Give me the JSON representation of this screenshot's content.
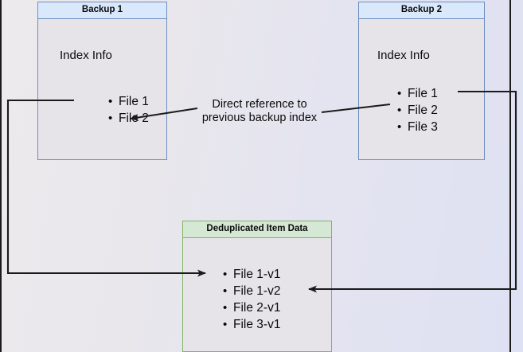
{
  "diagram": {
    "title_hidden": "",
    "colors": {
      "blue_border": "#6c8ebf",
      "blue_header_fill": "#dae8fc",
      "green_border": "#82b366",
      "green_header_fill": "#d5e8d4",
      "box_body_fill": "#e6e4e9",
      "arrow_stroke": "#1b1b1b"
    },
    "boxes": [
      {
        "id": "backup1",
        "header": "Backup 1",
        "caption": "Index Info",
        "items": [
          "File 1",
          "File 2"
        ]
      },
      {
        "id": "backup2",
        "header": "Backup 2",
        "caption": "Index Info",
        "items": [
          "File 1",
          "File 2",
          "File 3"
        ]
      },
      {
        "id": "dedup",
        "header": "Deduplicated Item Data",
        "caption": "",
        "items": [
          "File 1-v1",
          "File 1-v2",
          "File 2-v1",
          "File 3-v1"
        ]
      }
    ],
    "annotations": {
      "direct_reference_line1": "Direct reference to",
      "direct_reference_line2": "previous backup index"
    }
  }
}
